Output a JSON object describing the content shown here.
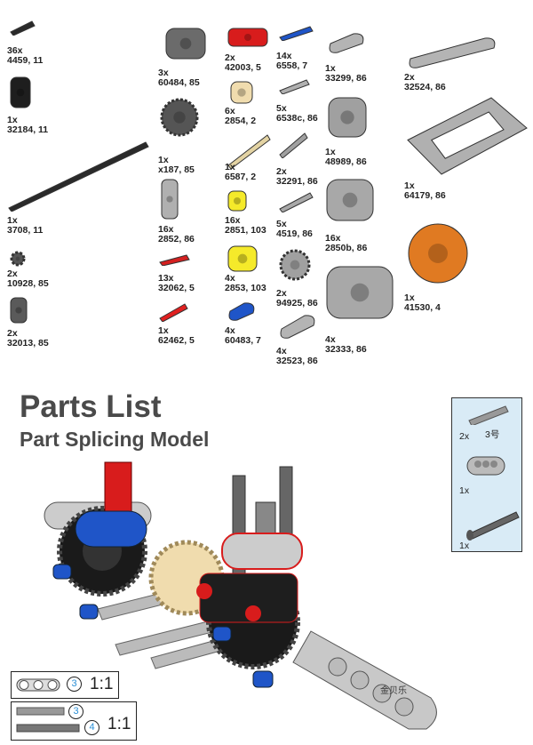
{
  "parts": [
    {
      "qty": "36x",
      "code": "4459, 11",
      "icon": "pin-with-friction-icon",
      "color": "#2a2a2a"
    },
    {
      "qty": "1x",
      "code": "32184, 11",
      "icon": "cross-block-icon",
      "color": "#1e1e1e"
    },
    {
      "qty": "1x",
      "code": "3708, 11",
      "icon": "axle-12-icon",
      "color": "#2a2a2a"
    },
    {
      "qty": "2x",
      "code": "10928, 85",
      "icon": "gear-8-icon",
      "color": "#555555"
    },
    {
      "qty": "2x",
      "code": "32013, 85",
      "icon": "angle-connector-icon",
      "color": "#5a5a5a"
    },
    {
      "qty": "3x",
      "code": "60484, 85",
      "icon": "t-beam-icon",
      "color": "#6b6b6b"
    },
    {
      "qty": "1x",
      "code": "x187, 85",
      "icon": "gear-24-icon",
      "color": "#555555"
    },
    {
      "qty": "16x",
      "code": "2852, 86",
      "icon": "piston-rod-icon",
      "color": "#b0b0b0"
    },
    {
      "qty": "13x",
      "code": "32062, 5",
      "icon": "axle-2-icon",
      "color": "#d42020"
    },
    {
      "qty": "1x",
      "code": "62462, 5",
      "icon": "pin-connector-icon",
      "color": "#e02020"
    },
    {
      "qty": "2x",
      "code": "42003, 5",
      "icon": "cross-block-red-icon",
      "color": "#d81c1c"
    },
    {
      "qty": "6x",
      "code": "2854, 2",
      "icon": "crankshaft-icon",
      "color": "#f0dcae"
    },
    {
      "qty": "1x",
      "code": "6587, 2",
      "icon": "axle-with-stud-icon",
      "color": "#e3d3a3"
    },
    {
      "qty": "16x",
      "code": "2851, 103",
      "icon": "cylinder-icon",
      "color": "#f5ea2a"
    },
    {
      "qty": "4x",
      "code": "2853, 103",
      "icon": "crank-icon",
      "color": "#f5ea2a"
    },
    {
      "qty": "4x",
      "code": "60483, 7",
      "icon": "beam-2-icon",
      "color": "#1f55c8"
    },
    {
      "qty": "14x",
      "code": "6558, 7",
      "icon": "pin-long-icon",
      "color": "#1f55c8"
    },
    {
      "qty": "5x",
      "code": "6538c, 86",
      "icon": "axle-connector-icon",
      "color": "#b0b0b0"
    },
    {
      "qty": "2x",
      "code": "32291, 86",
      "icon": "double-pin-block-icon",
      "color": "#a0a0a0"
    },
    {
      "qty": "5x",
      "code": "4519, 86",
      "icon": "axle-3-icon",
      "color": "#a8a8a8"
    },
    {
      "qty": "2x",
      "code": "94925, 86",
      "icon": "gear-16-icon",
      "color": "#a0a0a0"
    },
    {
      "qty": "4x",
      "code": "32523, 86",
      "icon": "beam-3-icon",
      "color": "#b4b4b4"
    },
    {
      "qty": "1x",
      "code": "33299, 86",
      "icon": "half-beam-bent-icon",
      "color": "#b4b4b4"
    },
    {
      "qty": "1x",
      "code": "48989, 86",
      "icon": "cross-block-pins-icon",
      "color": "#a0a0a0"
    },
    {
      "qty": "16x",
      "code": "2850b, 86",
      "icon": "engine-block-icon",
      "color": "#a8a8a8"
    },
    {
      "qty": "4x",
      "code": "32333, 86",
      "icon": "engine-crankcase-icon",
      "color": "#a8a8a8"
    },
    {
      "qty": "2x",
      "code": "32524, 86",
      "icon": "beam-7-icon",
      "color": "#b4b4b4"
    },
    {
      "qty": "1x",
      "code": "64179, 86",
      "icon": "frame-5x7-icon",
      "color": "#b0b0b0"
    },
    {
      "qty": "1x",
      "code": "41530, 4",
      "icon": "propeller-icon",
      "color": "#e07a22"
    }
  ],
  "header": {
    "title": "Parts List",
    "subtitle": "Part Splicing Model"
  },
  "callout": {
    "items": [
      {
        "qty": "2x",
        "note": "3号"
      },
      {
        "qty": "1x"
      },
      {
        "qty": "1x"
      }
    ]
  },
  "ratio_guides": [
    {
      "numbers": [
        "3"
      ],
      "ratio": "1:1"
    },
    {
      "numbers": [
        "3",
        "4"
      ],
      "ratio": "1:1"
    }
  ],
  "watermark": "金贝乐"
}
